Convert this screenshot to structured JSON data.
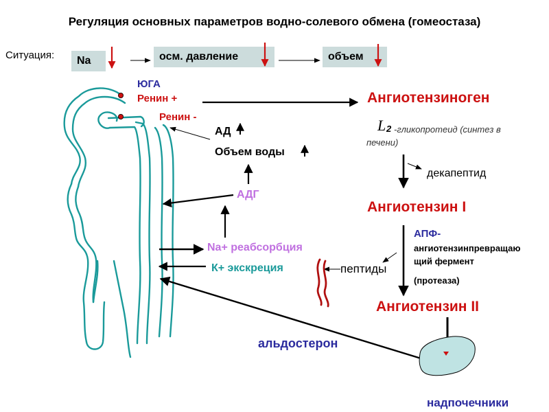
{
  "title": "Регуляция основных параметров водно-солевого обмена (гомеостаза)",
  "situation": {
    "label": "Ситуация:",
    "boxes": [
      "Na",
      "осм. давление",
      "объем"
    ]
  },
  "kidney": {
    "yuga": "ЮГА",
    "renin_plus": "Ренин +",
    "renin_minus": "Ренин -",
    "ad": "АД",
    "water_volume": "Объем воды",
    "adh": "АДГ",
    "na_reabsorption": "Na+ реабсорбция",
    "k_excretion": "К+ экскреция"
  },
  "raas": {
    "angiotensinogen": "Ангиотензиноген",
    "alpha2_symbol": "L",
    "alpha2_sub": "2",
    "glycoprotein_line1": "-гликопротеид (синтез в",
    "glycoprotein_line2": "печени)",
    "decapeptide": "декапептид",
    "angiotensin1": "Ангиотензин I",
    "ace_line1": "АПФ-",
    "ace_line2": "ангиотензинпревращаю",
    "ace_line3": "щий фермент",
    "ace_line4": "(протеаза)",
    "peptides": "пептиды",
    "angiotensin2": "Ангиотензин II",
    "aldosterone": "альдостерон",
    "adrenals": "надпочечники"
  },
  "colors": {
    "red": "#cc1111",
    "dark_red": "#b01010",
    "blue": "#2b2b9e",
    "violet": "#c070e0",
    "teal": "#1a9a9a",
    "box_bg": "#ccdcdc",
    "adrenal_fill": "#bfe3e3"
  }
}
